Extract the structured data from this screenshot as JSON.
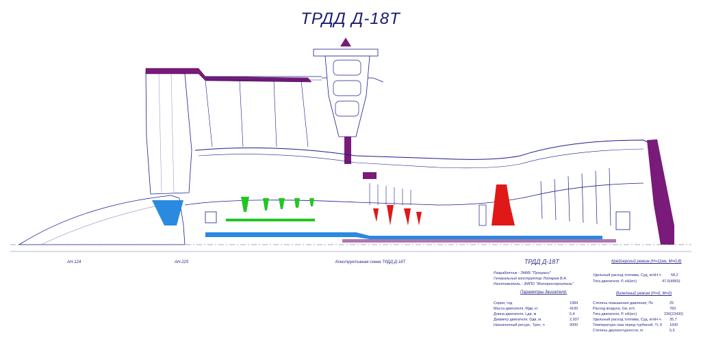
{
  "title": "ТРДД Д-18Т",
  "captions": {
    "an124": "АН-124",
    "an225": "АН-225",
    "scheme": "Конструктивная схема ТРДД Д-18Т"
  },
  "info": {
    "header": "ТРДД Д-18Т",
    "developer": "Разработчик - ЗМКБ \"Прогресс\"",
    "designer": "Генеральный конструктор Лотарев В.А.",
    "manufacturer": "Изготовитель - ЗМПО \"Моторостроитель\""
  },
  "engine_params": {
    "header": "Параметры двигателя:",
    "rows": [
      {
        "label": "Серия, год",
        "value": "1984"
      },
      {
        "label": "Масса двигателя, Mдв, кг",
        "value": "4100"
      },
      {
        "label": "Длина двигателя, Lдв, м",
        "value": "5,4"
      },
      {
        "label": "Диаметр двигателя, Dдв, м",
        "value": "2,937"
      },
      {
        "label": "Назначенный ресурс, Tрес, ч",
        "value": "3000"
      }
    ]
  },
  "cruise": {
    "header": "Крейсерский режим (H=11км, M=0,8)",
    "rows": [
      {
        "label": "Удельный расход топлива, Cуд, кг/кН·ч",
        "value": "58,2"
      },
      {
        "label": "Тяга двигателя, P, кН(кгс)",
        "value": "47,6(4860)"
      }
    ]
  },
  "takeoff": {
    "header": "Взлетный режим (H=0, M=0)",
    "rows": [
      {
        "label": "Степень повышения давления, Пк",
        "value": "25"
      },
      {
        "label": "Расход воздуха, Gв, кг/с",
        "value": "760"
      },
      {
        "label": "Тяга двигателя, P, кН(кгс)",
        "value": "230(23430)"
      },
      {
        "label": "Удельный расход топлива, Cуд, кг/кН·ч",
        "value": "35,7"
      },
      {
        "label": "Температура газа перед турбиной, Tг, К",
        "value": "1600"
      },
      {
        "label": "Степень двухконтурности, m",
        "value": "5,6"
      }
    ]
  },
  "colors": {
    "outline": "#1a1a8a",
    "casing": "#7a1a7a",
    "inlet": "#2a8ae0",
    "lpc": "#22c622",
    "combustor": "#e01818",
    "text": "#2a2a8a"
  }
}
